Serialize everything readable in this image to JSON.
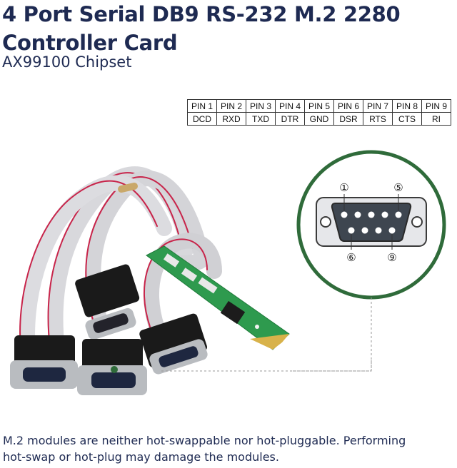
{
  "header": {
    "title_line1": "4 Port Serial DB9 RS-232 M.2 2280",
    "title_line2": "Controller Card",
    "subtitle": "AX99100 Chipset"
  },
  "pinout": {
    "pins": [
      "PIN 1",
      "PIN 2",
      "PIN 3",
      "PIN 4",
      "PIN 5",
      "PIN 6",
      "PIN 7",
      "PIN 8",
      "PIN 9"
    ],
    "signals": [
      "DCD",
      "RXD",
      "TXD",
      "DTR",
      "GND",
      "DSR",
      "RTS",
      "CTS",
      "RI"
    ]
  },
  "connector_callout": {
    "pin_labels": [
      "①",
      "⑤",
      "⑥",
      "⑨"
    ],
    "ring_color": "#2f6b3a"
  },
  "colors": {
    "text": "#1e2a52",
    "pcb": "#2e9a4e",
    "ribbon": "#d8d8dc",
    "ribbon_stripe": "#c8244a"
  },
  "footer": {
    "note_line1": "M.2 modules are neither hot-swappable nor hot-pluggable. Performing",
    "note_line2": "hot-swap or hot-plug may damage the modules."
  }
}
